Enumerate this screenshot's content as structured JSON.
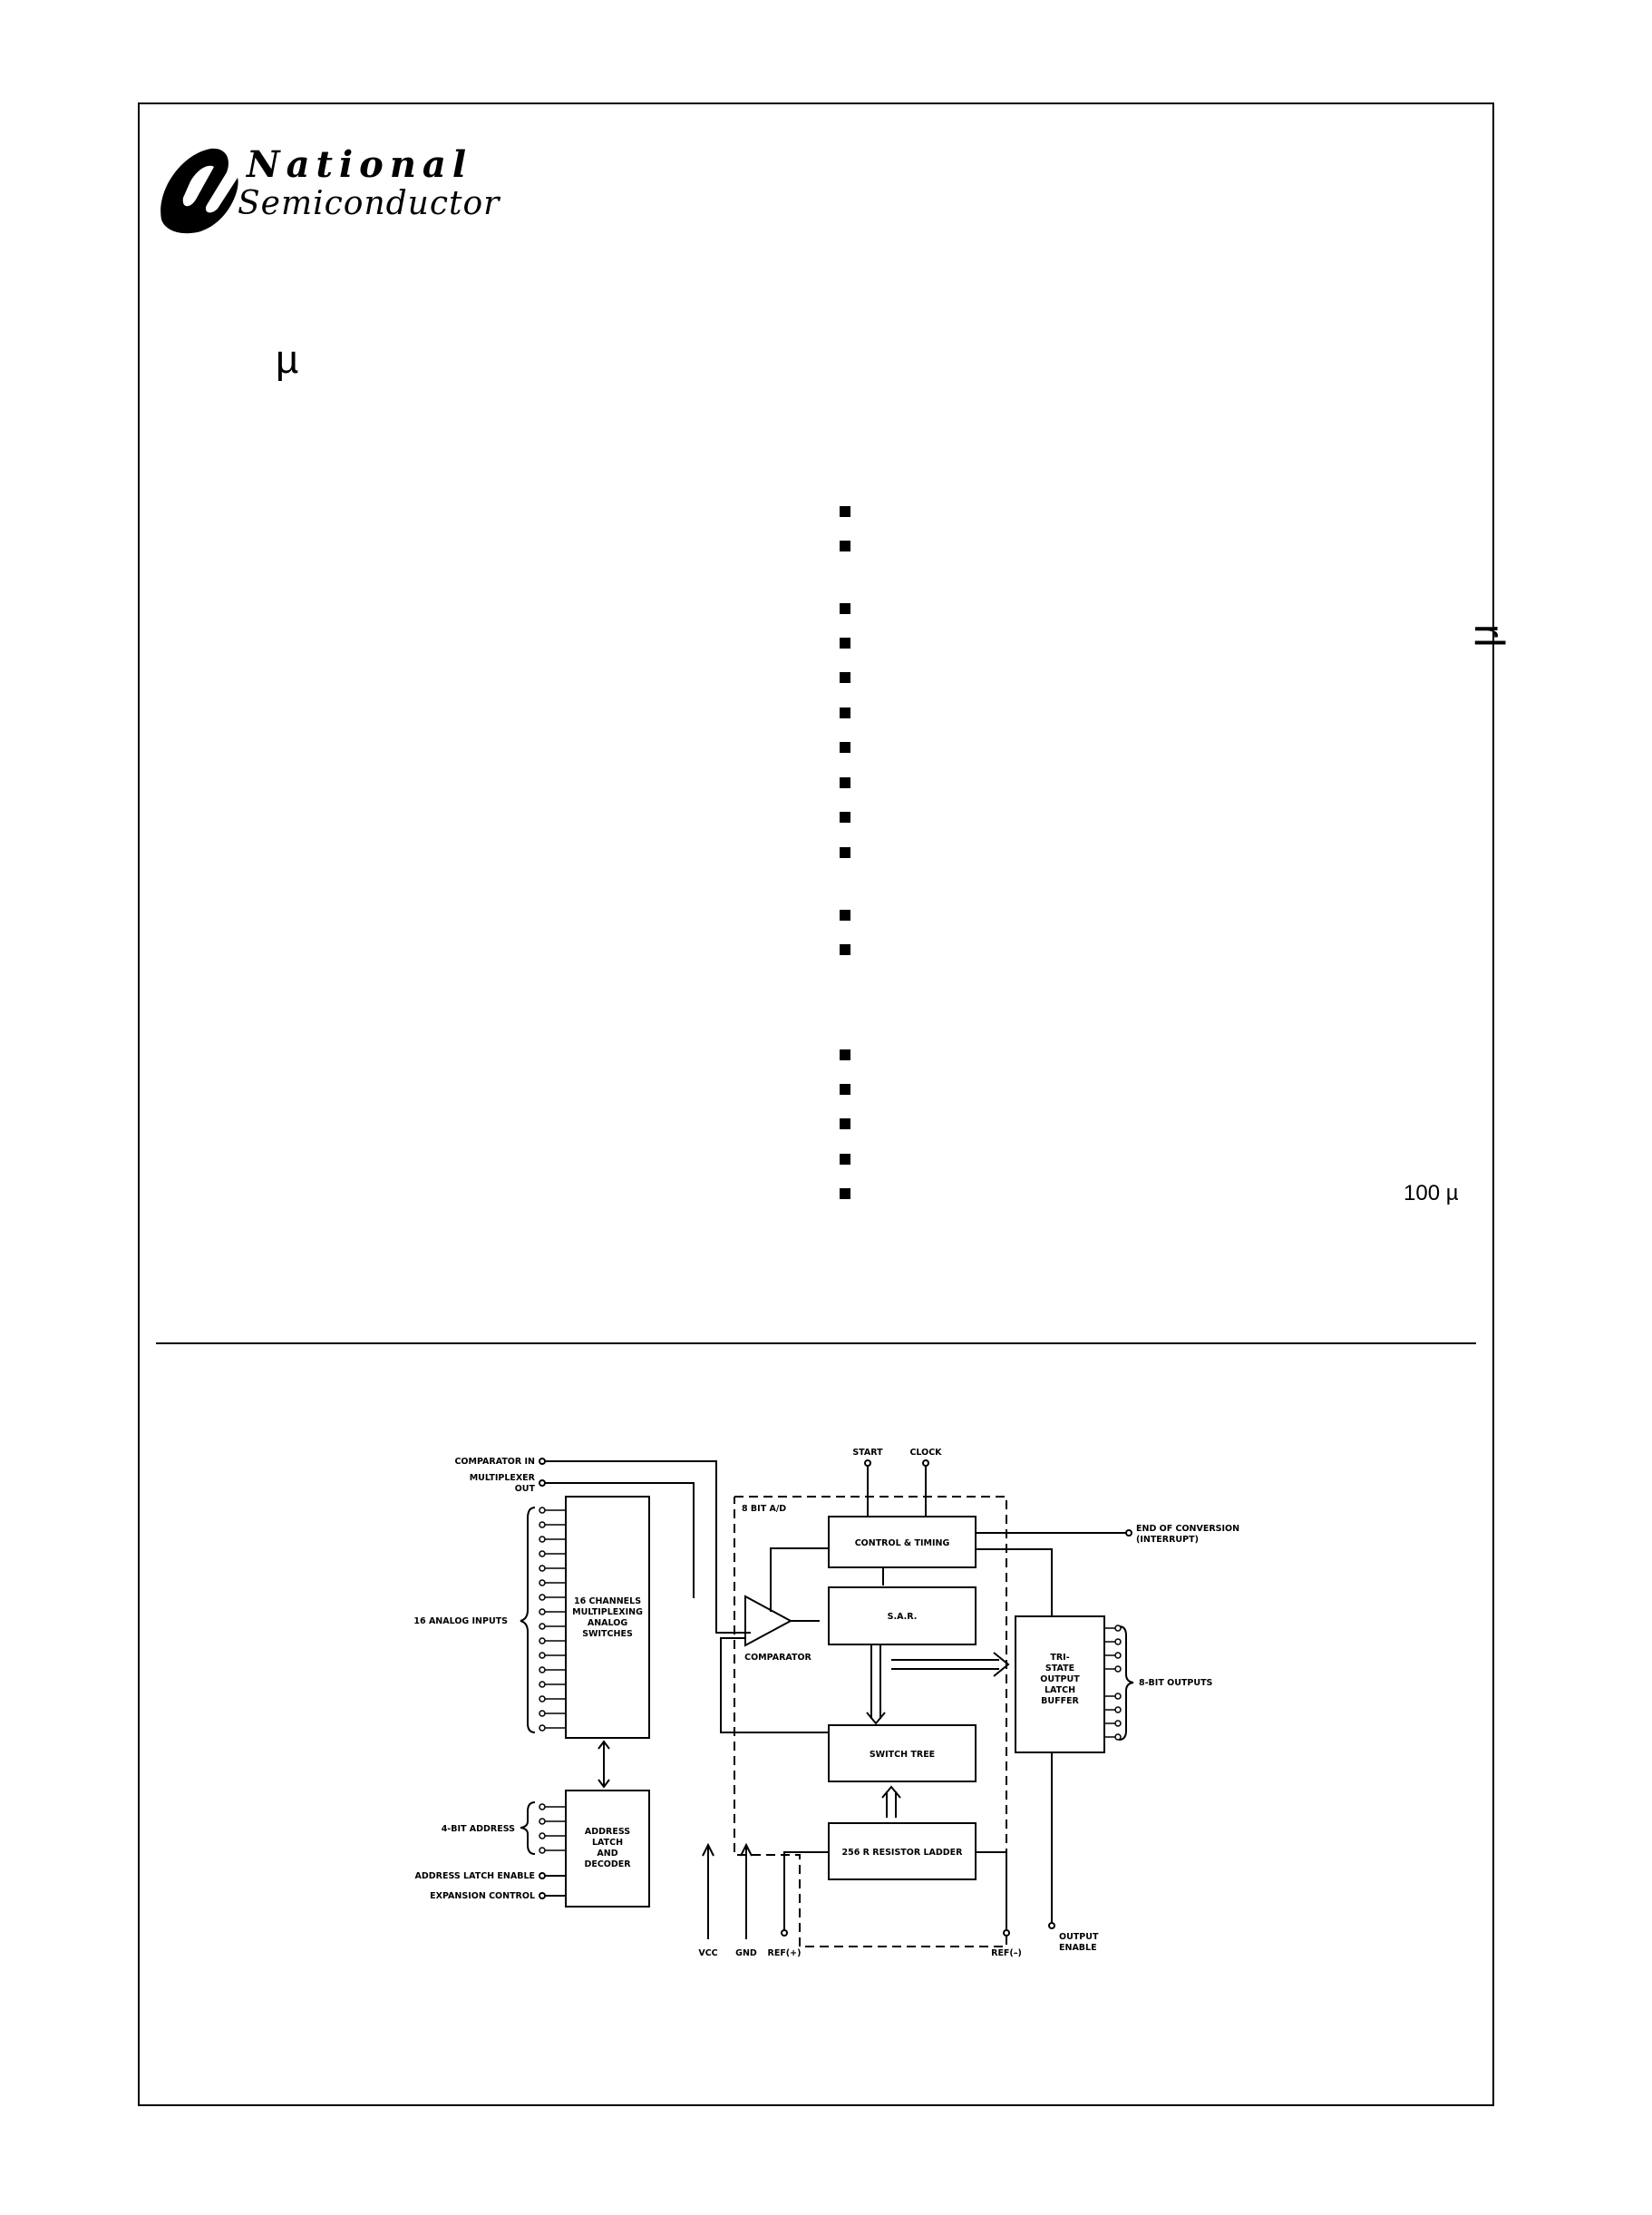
{
  "header": {
    "logo_line1": "National",
    "logo_line2": "Semiconductor"
  },
  "title_fragment": "µ",
  "side_mark": "rl",
  "note_fragment": "100 µ",
  "diagram": {
    "comparator_in": "COMPARATOR IN",
    "multiplexer_line1": "MULTIPLEXER",
    "multiplexer_line2": "OUT",
    "analog_inputs": "16 ANALOG INPUTS",
    "mux_line1": "16 CHANNELS",
    "mux_line2": "MULTIPLEXING",
    "mux_line3": "ANALOG",
    "mux_line4": "SWITCHES",
    "address_4bit": "4-BIT ADDRESS",
    "address_latch_enable": "ADDRESS LATCH ENABLE",
    "expansion_control": "EXPANSION CONTROL",
    "addr_line1": "ADDRESS",
    "addr_line2": "LATCH",
    "addr_line3": "AND",
    "addr_line4": "DECODER",
    "ad_label": "8 BIT A/D",
    "start": "START",
    "clock": "CLOCK",
    "control_timing": "CONTROL & TIMING",
    "sar": "S.A.R.",
    "comparator": "COMPARATOR",
    "switch_tree": "SWITCH TREE",
    "resistor_ladder": "256 R RESISTOR LADDER",
    "eoc_line1": "END OF CONVERSION",
    "eoc_line2": "(INTERRUPT)",
    "tri_line1": "TRI-",
    "tri_line2": "STATE",
    "tri_line3": "OUTPUT",
    "tri_line4": "LATCH",
    "tri_line5": "BUFFER",
    "outputs_8bit": "8-BIT OUTPUTS",
    "output_enable_line1": "OUTPUT",
    "output_enable_line2": "ENABLE",
    "vcc": "VCC",
    "gnd": "GND",
    "ref_plus": "REF(+)",
    "ref_minus": "REF(–)"
  }
}
